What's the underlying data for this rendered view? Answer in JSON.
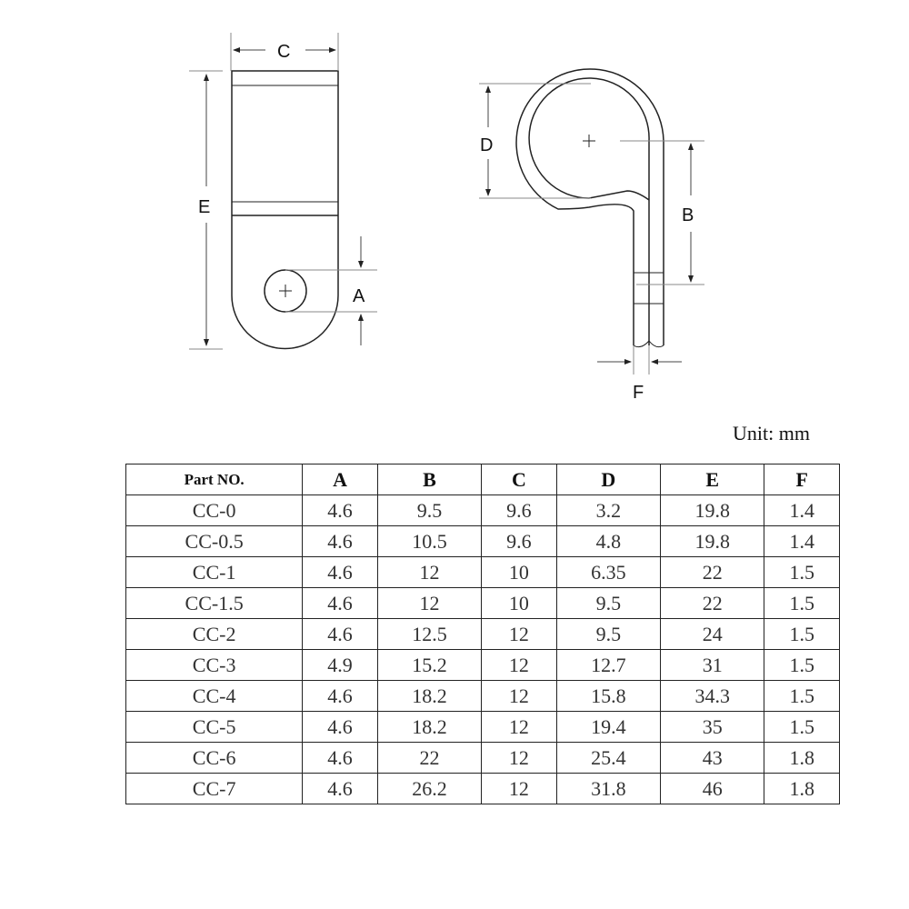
{
  "drawing": {
    "labels": {
      "C": "C",
      "E": "E",
      "A": "A",
      "D": "D",
      "B": "B",
      "F": "F"
    }
  },
  "unit": "Unit: mm",
  "table": {
    "headers": [
      "Part NO.",
      "A",
      "B",
      "C",
      "D",
      "E",
      "F"
    ],
    "rows": [
      [
        "CC-0",
        "4.6",
        "9.5",
        "9.6",
        "3.2",
        "19.8",
        "1.4"
      ],
      [
        "CC-0.5",
        "4.6",
        "10.5",
        "9.6",
        "4.8",
        "19.8",
        "1.4"
      ],
      [
        "CC-1",
        "4.6",
        "12",
        "10",
        "6.35",
        "22",
        "1.5"
      ],
      [
        "CC-1.5",
        "4.6",
        "12",
        "10",
        "9.5",
        "22",
        "1.5"
      ],
      [
        "CC-2",
        "4.6",
        "12.5",
        "12",
        "9.5",
        "24",
        "1.5"
      ],
      [
        "CC-3",
        "4.9",
        "15.2",
        "12",
        "12.7",
        "31",
        "1.5"
      ],
      [
        "CC-4",
        "4.6",
        "18.2",
        "12",
        "15.8",
        "34.3",
        "1.5"
      ],
      [
        "CC-5",
        "4.6",
        "18.2",
        "12",
        "19.4",
        "35",
        "1.5"
      ],
      [
        "CC-6",
        "4.6",
        "22",
        "12",
        "25.4",
        "43",
        "1.8"
      ],
      [
        "CC-7",
        "4.6",
        "26.2",
        "12",
        "31.8",
        "46",
        "1.8"
      ]
    ]
  }
}
